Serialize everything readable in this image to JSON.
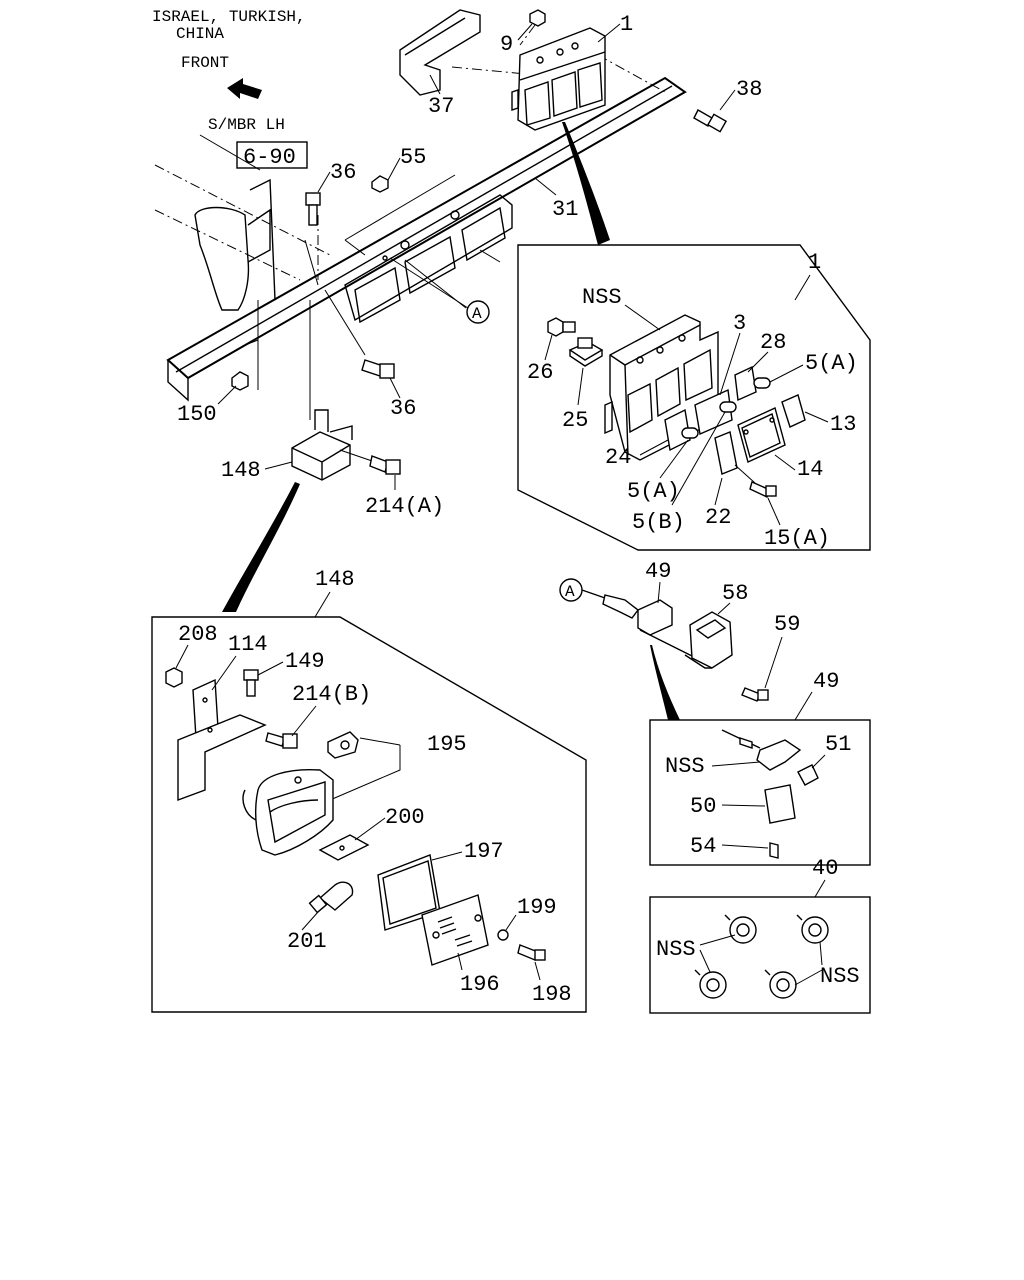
{
  "header": {
    "market_line1": "ISRAEL, TURKISH,",
    "market_line2": "CHINA",
    "front_label": "FRONT",
    "member_label": "S/MBR LH",
    "ref_box": "6-90"
  },
  "main_labels": {
    "p1": "1",
    "p9": "9",
    "p37": "37",
    "p38": "38",
    "p31": "31",
    "p36a": "36",
    "p36b": "36",
    "p55": "55",
    "p150": "150",
    "p148": "148",
    "p214a": "214(A)",
    "circle_a": "A"
  },
  "detail_1": {
    "title": "1",
    "nss": "NSS",
    "p3": "3",
    "p28": "28",
    "p5a1": "5(A)",
    "p26": "26",
    "p25": "25",
    "p13": "13",
    "p24": "24",
    "p14": "14",
    "p5a2": "5(A)",
    "p22": "22",
    "p5b": "5(B)",
    "p15a": "15(A)"
  },
  "harness": {
    "circle_a": "A",
    "p49": "49",
    "p58": "58",
    "p59": "59"
  },
  "detail_49": {
    "title": "49",
    "nss": "NSS",
    "p51": "51",
    "p50": "50",
    "p54": "54"
  },
  "detail_40": {
    "title": "40",
    "nss_left": "NSS",
    "nss_right": "NSS"
  },
  "detail_148": {
    "title": "148",
    "p208": "208",
    "p114": "114",
    "p149": "149",
    "p214b": "214(B)",
    "p195": "195",
    "p200": "200",
    "p197": "197",
    "p199": "199",
    "p201": "201",
    "p196": "196",
    "p198": "198"
  }
}
